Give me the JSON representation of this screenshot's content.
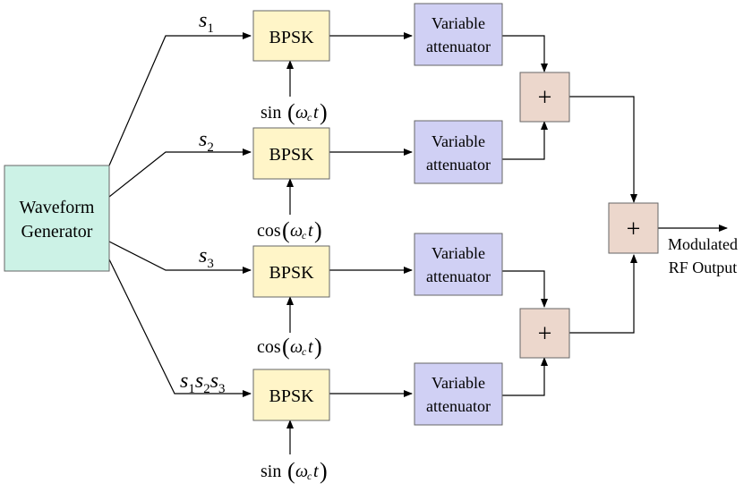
{
  "waveform_generator": {
    "line1": "Waveform",
    "line2": "Generator"
  },
  "bpsk_label": "BPSK",
  "attenuator": {
    "line1": "Variable",
    "line2": "attenuator"
  },
  "adder_symbol": "+",
  "output": {
    "line1": "Modulated",
    "line2": "RF Output"
  },
  "channels": [
    {
      "signal_main": "s",
      "signal_sub": "1",
      "carrier_fn": "sin",
      "carrier_arg": "ω",
      "carrier_sub": "c",
      "carrier_t": "t"
    },
    {
      "signal_main": "s",
      "signal_sub": "2",
      "carrier_fn": "cos",
      "carrier_arg": "ω",
      "carrier_sub": "c",
      "carrier_t": "t"
    },
    {
      "signal_main": "s",
      "signal_sub": "3",
      "carrier_fn": "cos",
      "carrier_arg": "ω",
      "carrier_sub": "c",
      "carrier_t": "t"
    },
    {
      "signal_terms": [
        {
          "main": "s",
          "sub": "1"
        },
        {
          "main": "s",
          "sub": "2"
        },
        {
          "main": "s",
          "sub": "3"
        }
      ],
      "carrier_fn": "sin",
      "carrier_arg": "ω",
      "carrier_sub": "c",
      "carrier_t": "t"
    }
  ],
  "colors": {
    "waveform_fill": "#ccf2e6",
    "bpsk_fill": "#fff5c8",
    "attenuator_fill": "#d0d0f4",
    "adder_fill": "#ecd7cc",
    "stroke": "#666666"
  }
}
